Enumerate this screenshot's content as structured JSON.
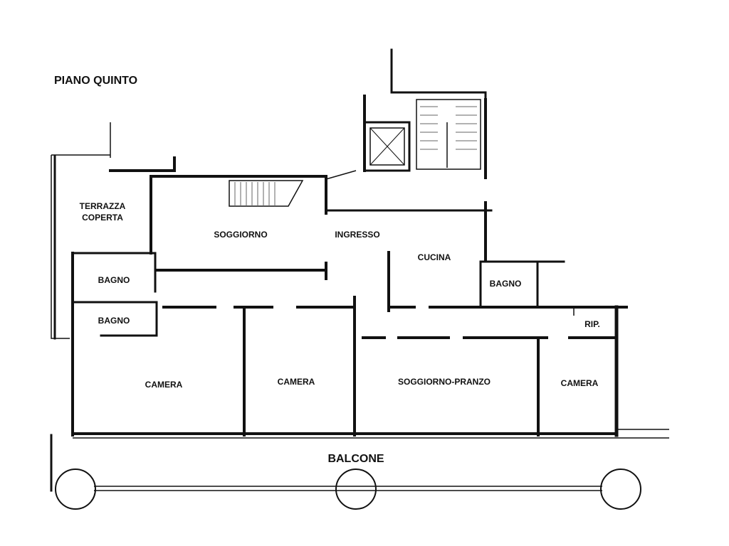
{
  "title": "PIANO QUINTO",
  "rooms": {
    "terrazza_coperta_line1": "TERRAZZA",
    "terrazza_coperta_line2": "COPERTA",
    "soggiorno": "SOGGIORNO",
    "ingresso": "INGRESSO",
    "cucina": "CUCINA",
    "bagno_1": "BAGNO",
    "bagno_2": "BAGNO",
    "bagno_3": "BAGNO",
    "rip": "RIP.",
    "camera_1": "CAMERA",
    "camera_2": "CAMERA",
    "soggiorno_pranzo": "SOGGIORNO-PRANZO",
    "camera_3": "CAMERA",
    "balcone": "BALCONE"
  },
  "colors": {
    "ink": "#111111",
    "paper": "#ffffff"
  },
  "icons": [
    "staircase-icon",
    "elevator-icon",
    "internal-stair-icon",
    "column-icon"
  ]
}
